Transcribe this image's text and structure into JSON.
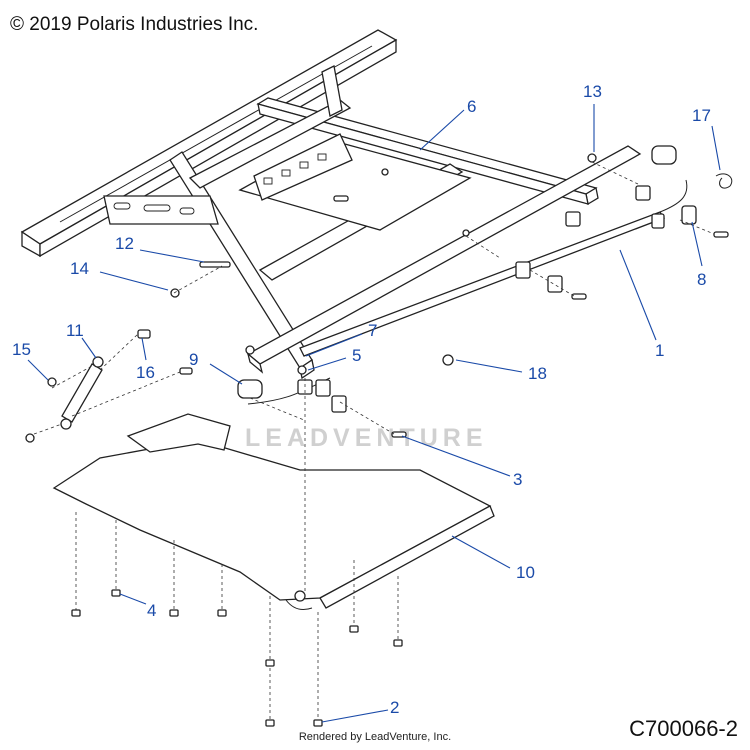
{
  "header": {
    "copyright": "© 2019 Polaris Industries Inc."
  },
  "footer": {
    "rendered_by": "Rendered by LeadVenture, Inc.",
    "figure_id": "C700066-2"
  },
  "watermark": {
    "text": "LEADVENTURE"
  },
  "colors": {
    "callout": "#1a4aa8",
    "line": "#222222",
    "watermark": "#d0d0d0"
  },
  "callouts": [
    {
      "id": "1",
      "label": "1"
    },
    {
      "id": "2",
      "label": "2"
    },
    {
      "id": "3",
      "label": "3"
    },
    {
      "id": "4",
      "label": "4"
    },
    {
      "id": "5",
      "label": "5"
    },
    {
      "id": "6",
      "label": "6"
    },
    {
      "id": "7",
      "label": "7"
    },
    {
      "id": "8",
      "label": "8"
    },
    {
      "id": "9",
      "label": "9"
    },
    {
      "id": "10",
      "label": "10"
    },
    {
      "id": "11",
      "label": "11"
    },
    {
      "id": "12",
      "label": "12"
    },
    {
      "id": "13",
      "label": "13"
    },
    {
      "id": "14",
      "label": "14"
    },
    {
      "id": "15",
      "label": "15"
    },
    {
      "id": "16",
      "label": "16"
    },
    {
      "id": "17",
      "label": "17"
    },
    {
      "id": "18",
      "label": "18"
    }
  ]
}
